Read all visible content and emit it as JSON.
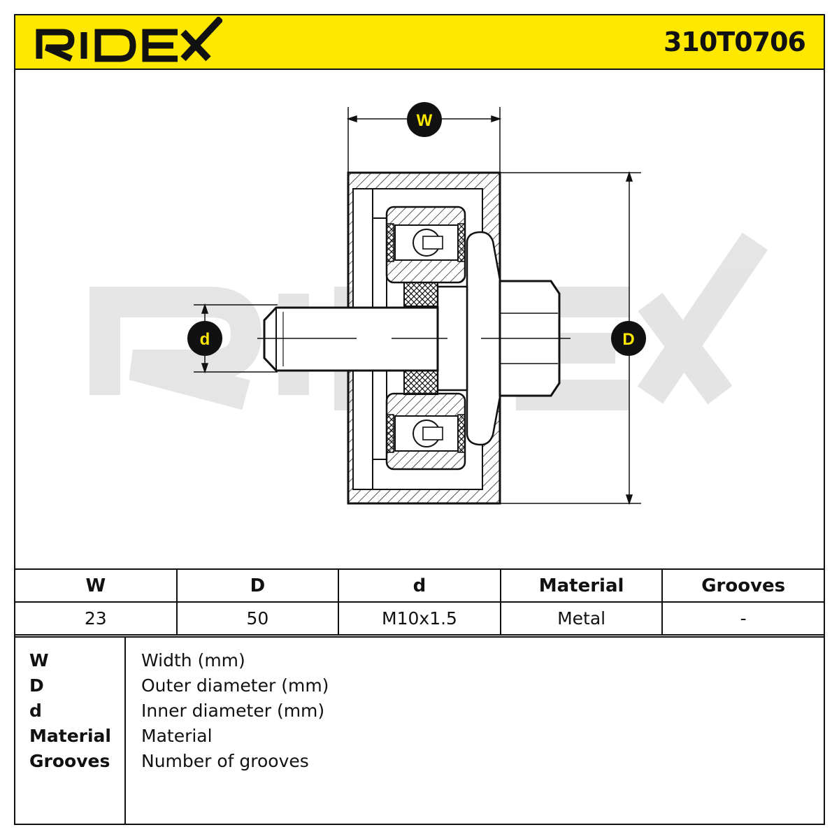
{
  "header": {
    "brand": "RIDEX",
    "part_number": "310T0706",
    "brand_color": "#ffe800"
  },
  "drawing": {
    "labels": {
      "w": "W",
      "d_small": "d",
      "d_large": "D"
    },
    "watermark": "RIDEX"
  },
  "spec_table": {
    "headers": [
      "W",
      "D",
      "d",
      "Material",
      "Grooves"
    ],
    "values": [
      "23",
      "50",
      "M10x1.5",
      "Metal",
      "-"
    ]
  },
  "legend": [
    {
      "key": "W",
      "desc": "Width (mm)"
    },
    {
      "key": "D",
      "desc": "Outer diameter (mm)"
    },
    {
      "key": "d",
      "desc": "Inner diameter (mm)"
    },
    {
      "key": "Material",
      "desc": "Material"
    },
    {
      "key": "Grooves",
      "desc": "Number of grooves"
    }
  ]
}
